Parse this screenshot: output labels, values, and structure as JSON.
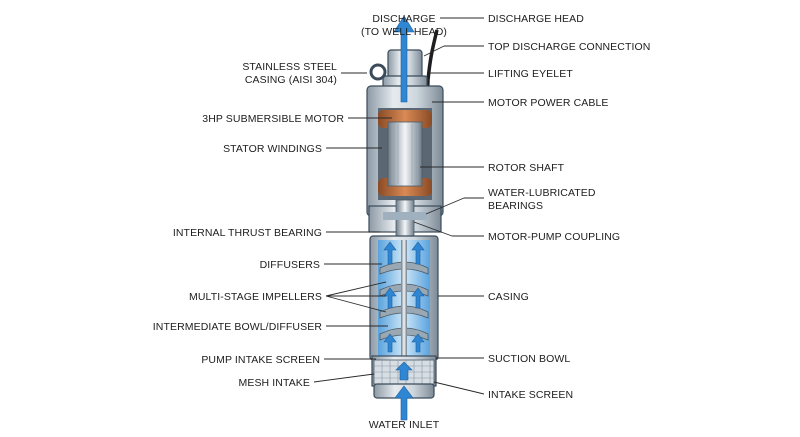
{
  "labels": {
    "discharge_line1": "DISCHARGE",
    "discharge_line2": "(TO WELL HEAD)",
    "casing_line1": "STAINLESS STEEL",
    "casing_line2": "CASING (AISI 304)",
    "motor": "3HP SUBMERSIBLE MOTOR",
    "stator": "STATOR WINDINGS",
    "thrust_bearing": "INTERNAL THRUST BEARING",
    "diffusers": "DIFFUSERS",
    "impellers": "MULTI-STAGE IMPELLERS",
    "intermediate_bowl": "INTERMEDIATE BOWL/DIFFUSER",
    "intake_screen_left": "PUMP INTAKE SCREEN",
    "mesh_intake": "MESH INTAKE",
    "water_inlet": "WATER INLET",
    "discharge_head": "DISCHARGE HEAD",
    "top_connection": "TOP DISCHARGE CONNECTION",
    "lifting_eyelet": "LIFTING EYELET",
    "power_cable": "MOTOR POWER CABLE",
    "rotor_shaft": "ROTOR SHAFT",
    "bearings_line1": "WATER-LUBRICATED",
    "bearings_line2": "BEARINGS",
    "coupling": "MOTOR-PUMP COUPLING",
    "casing": "CASING",
    "suction_bowl": "SUCTION BOWL",
    "intake_screen_right": "INTAKE SCREEN"
  },
  "colors": {
    "water": "#3a8fd6",
    "water_light": "#a9d3f2",
    "steel": "#c8d1d9",
    "steel_dark": "#7d8b97",
    "copper": "#c0703f",
    "outline": "#3b4b5a"
  }
}
